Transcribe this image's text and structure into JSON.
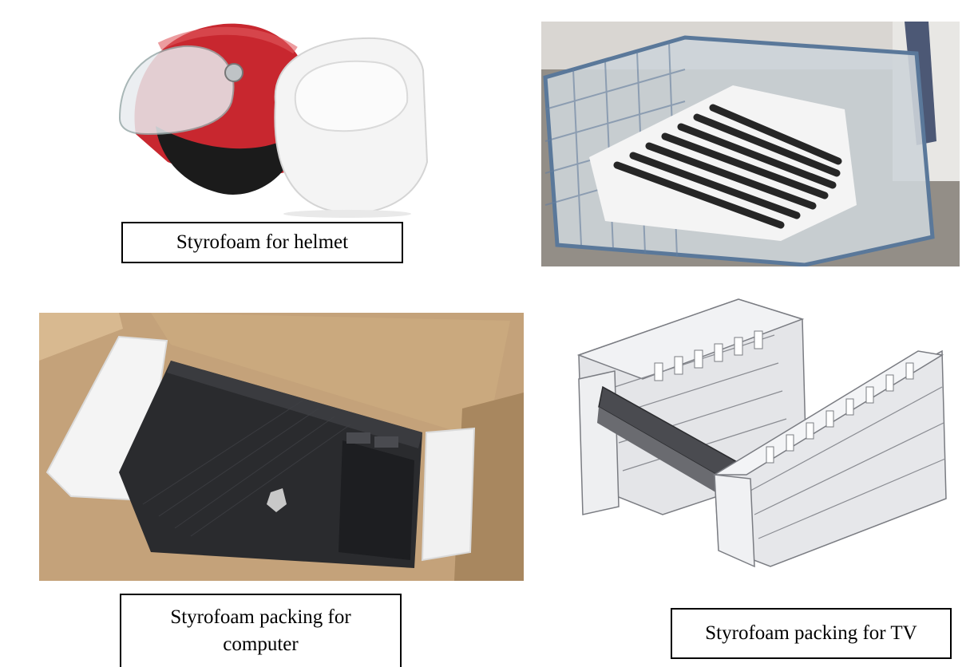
{
  "captions": {
    "helmet": "Styrofoam for helmet",
    "computer_line1": "Styrofoam packing for",
    "computer_line2": "computer",
    "tv": "Styrofoam packing for TV"
  },
  "colors": {
    "helmet_red": "#c8272f",
    "foam_white": "#f2f2f2",
    "cardboard": "#c9a578",
    "computer_case": "#2a2b2e",
    "cad_gray": "#dcdde0"
  }
}
